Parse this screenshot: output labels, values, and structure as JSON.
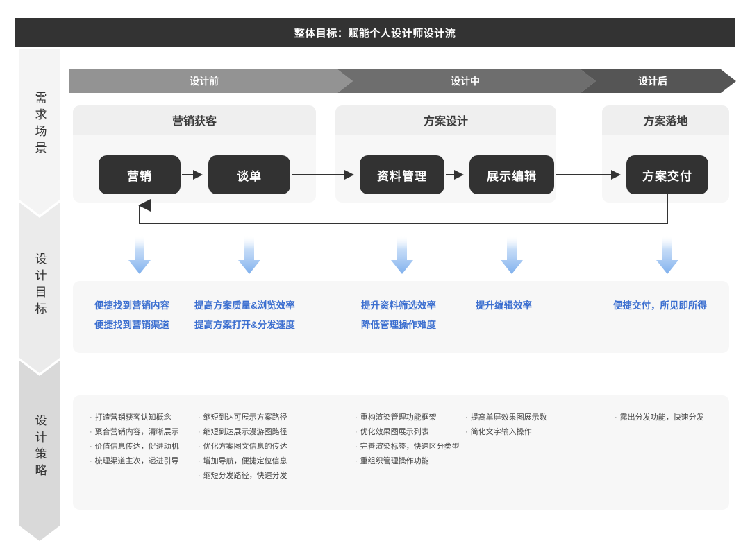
{
  "header": {
    "title": "整体目标：赋能个人设计师设计流"
  },
  "rail": {
    "items": [
      {
        "label": "需求场景"
      },
      {
        "label": "设计目标"
      },
      {
        "label": "设计策略"
      }
    ]
  },
  "stages": [
    {
      "label": "设计前"
    },
    {
      "label": "设计中"
    },
    {
      "label": "设计后"
    }
  ],
  "groups": [
    {
      "title": "营销获客",
      "nodes": [
        {
          "label": "营销"
        },
        {
          "label": "谈单"
        }
      ]
    },
    {
      "title": "方案设计",
      "nodes": [
        {
          "label": "资料管理"
        },
        {
          "label": "展示编辑"
        }
      ]
    },
    {
      "title": "方案落地",
      "nodes": [
        {
          "label": "方案交付"
        }
      ]
    }
  ],
  "goals": {
    "columns": [
      {
        "lines": [
          "便捷找到营销内容",
          "便捷找到营销渠道"
        ]
      },
      {
        "lines": [
          "提高方案质量&浏览效率",
          "提高方案打开&分发速度"
        ]
      },
      {
        "lines": [
          "提升资料筛选效率",
          "降低管理操作难度"
        ]
      },
      {
        "lines": [
          "提升编辑效率"
        ]
      },
      {
        "lines": [
          "便捷交付，所见即所得"
        ]
      }
    ]
  },
  "strategies": {
    "columns": [
      {
        "lines": [
          "打造营销获客认知概念",
          "聚合营销内容，清晰展示",
          "价值信息传达，促进动机",
          "梳理渠道主次，递进引导"
        ]
      },
      {
        "lines": [
          "缩短到达可展示方案路径",
          "缩短到达展示漫游图路径",
          "优化方案图文信息的传达",
          "增加导航，便捷定位信息",
          "缩短分发路径，快速分发"
        ]
      },
      {
        "lines": [
          "重构渲染管理功能框架",
          "优化效果图展示列表",
          "完善渲染标签，快速区分类型",
          "重组织管理操作功能"
        ]
      },
      {
        "lines": [
          "提高单屏效果图展示数",
          "简化文字输入操作"
        ]
      },
      {
        "lines": [
          "露出分发功能，快速分发"
        ]
      }
    ],
    "bullet": "·"
  },
  "colors": {
    "title_bar": "#333333",
    "node": "#323232",
    "goal_text": "#3c6fd0",
    "arrow_blue": "#7fb0ed",
    "stage_light": "#939393",
    "stage_mid": "#6e6e6e",
    "stage_dark": "#555555"
  }
}
